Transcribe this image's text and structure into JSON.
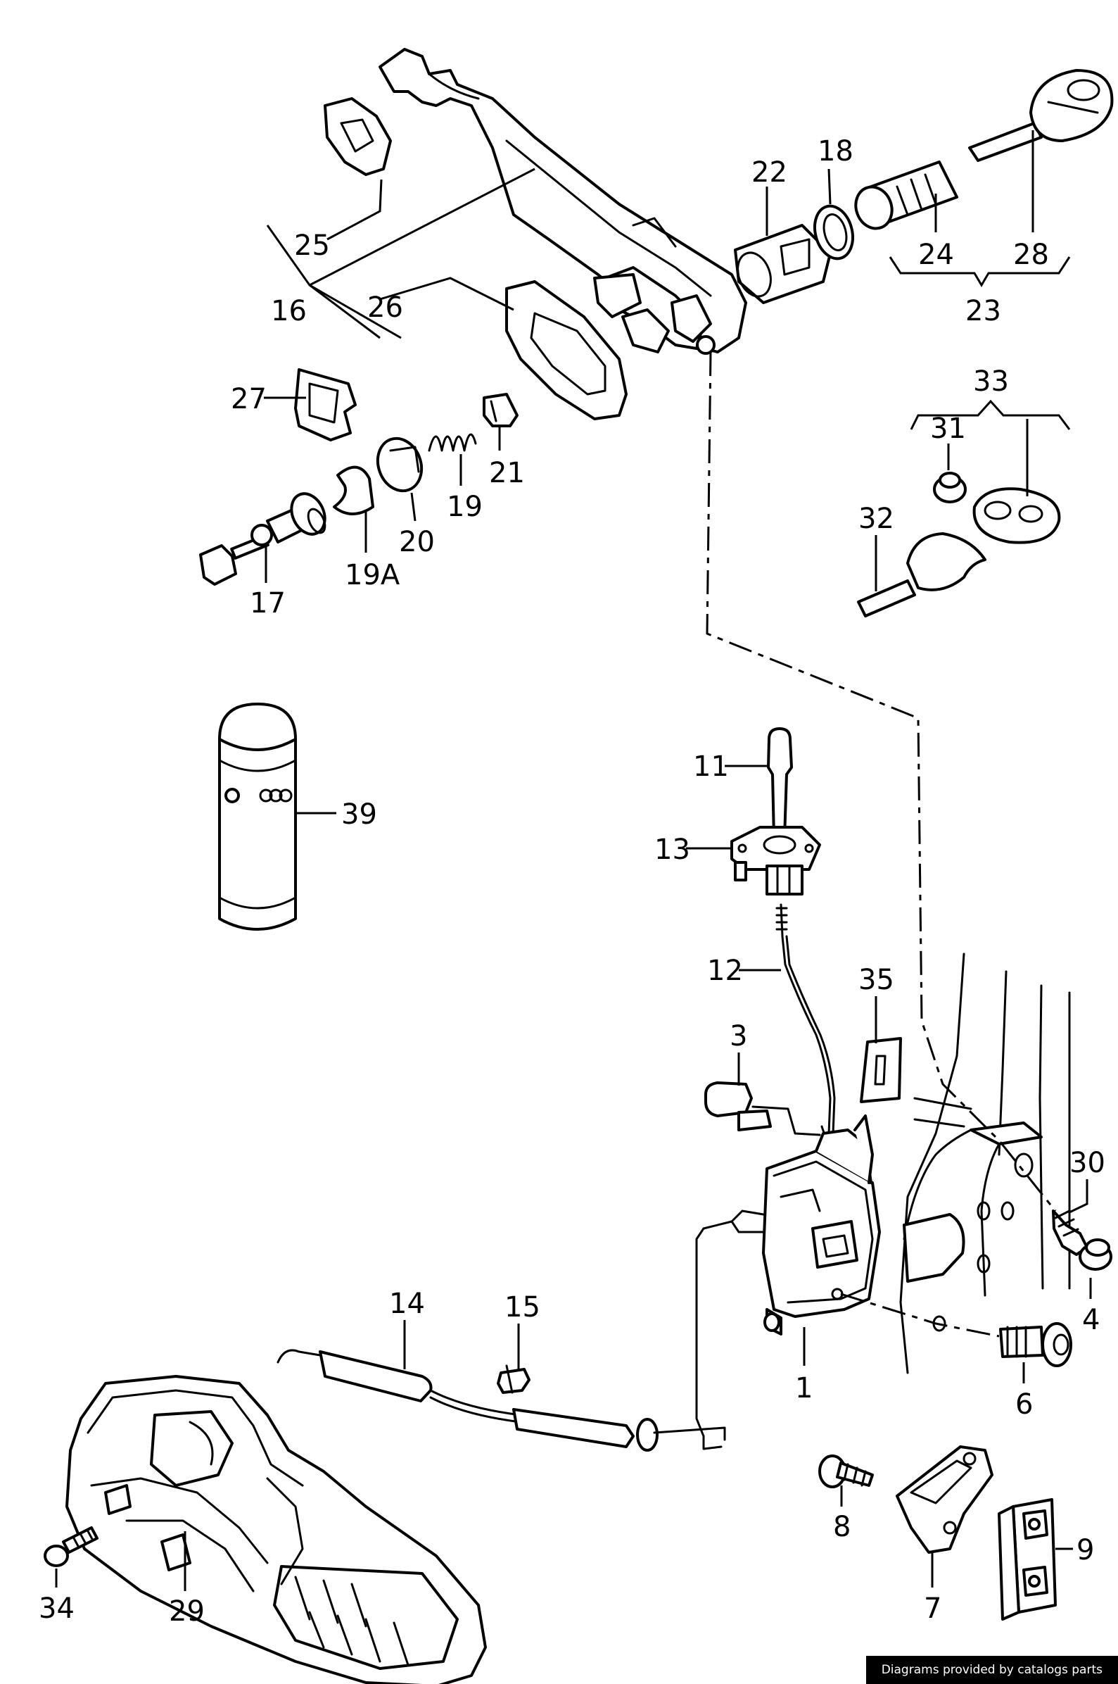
{
  "callouts": {
    "c1": "1",
    "c3": "3",
    "c4": "4",
    "c6": "6",
    "c7": "7",
    "c8": "8",
    "c9": "9",
    "c11": "11",
    "c12": "12",
    "c13": "13",
    "c14": "14",
    "c15": "15",
    "c16": "16",
    "c17": "17",
    "c18": "18",
    "c19": "19",
    "c19a": "19A",
    "c20": "20",
    "c21": "21",
    "c22": "22",
    "c23": "23",
    "c24": "24",
    "c25": "25",
    "c26": "26",
    "c27": "27",
    "c28": "28",
    "c29": "29",
    "c30": "30",
    "c31": "31",
    "c32": "32",
    "c33": "33",
    "c34": "34",
    "c35": "35",
    "c39": "39"
  },
  "credit": "Diagrams provided by catalogs parts",
  "colors": {
    "ink": "#000000",
    "paper": "#ffffff"
  }
}
